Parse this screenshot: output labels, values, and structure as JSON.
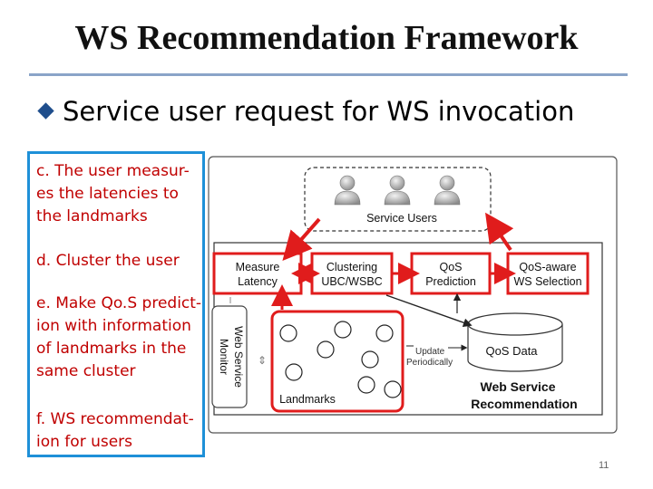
{
  "slide": {
    "title": "WS Recommendation Framework",
    "bullet": "Service user request for WS invocation",
    "page_number": "11"
  },
  "steps": [
    {
      "lines": [
        "c.  The user measur-",
        "es the latencies to",
        "the landmarks"
      ]
    },
    {
      "lines": [
        "d. Cluster the user"
      ]
    },
    {
      "lines": [
        "e. Make Qo.S predict-",
        "ion with information",
        "of landmarks in the",
        "same cluster"
      ]
    },
    {
      "lines": [
        "f. WS recommendat-",
        "ion for users"
      ]
    }
  ],
  "diagram": {
    "service_users_label": "Service Users",
    "boxes": {
      "measure": [
        "Measure",
        "Latency"
      ],
      "clustering": [
        "Clustering",
        "UBC/WSBC"
      ],
      "prediction": [
        "QoS",
        "Prediction"
      ],
      "selection": [
        "QoS-aware",
        "WS Selection"
      ]
    },
    "monitor_label": [
      "Web Service",
      "Monitor"
    ],
    "landmarks_label": "Landmarks",
    "update_label": [
      "Update",
      "Periodically"
    ],
    "qos_data_label": "QoS Data",
    "recommendation_label": [
      "Web Service",
      "Recommendation"
    ]
  },
  "colors": {
    "highlight": "#e01c1c",
    "steps_border": "#1e90d8",
    "step_text": "#c00000",
    "title_rule": "#8aa4c8",
    "bullet": "#1f4e8c"
  }
}
